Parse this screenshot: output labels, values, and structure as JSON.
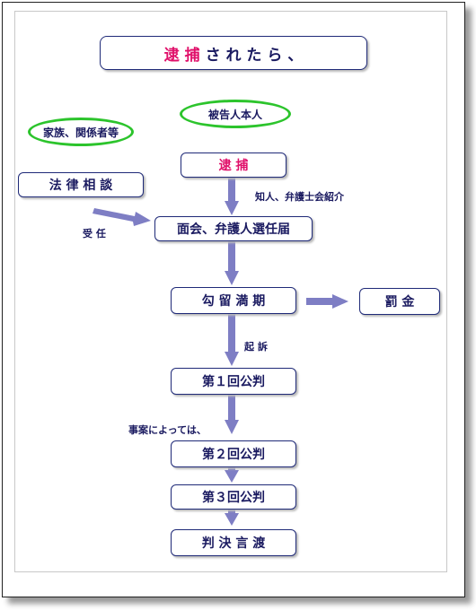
{
  "title": {
    "accent": "逮 捕",
    "rest": " さ れ た ら 、"
  },
  "ovals": {
    "family": "家族、関係者等",
    "defendant": "被告人本人"
  },
  "nodes": {
    "arrest": "逮 捕",
    "legal_consultation": "法 律 相 談",
    "visit": "面会、弁護人選任届",
    "detention_expiry": "勾 留 満 期",
    "fine": "罰 金",
    "trial1": "第１回公判",
    "trial2": "第２回公判",
    "trial3": "第３回公判",
    "verdict": "判 決 言 渡"
  },
  "edge_labels": {
    "intro": "知人、弁護士会紹介",
    "retained": "受 任",
    "indictment": "起 訴",
    "depending": "事案によっては、"
  },
  "colors": {
    "accent_red": "#e0106a",
    "border_navy": "#1f2a78",
    "oval_green": "#2cc42c",
    "arrow": "#7e7ec4"
  }
}
